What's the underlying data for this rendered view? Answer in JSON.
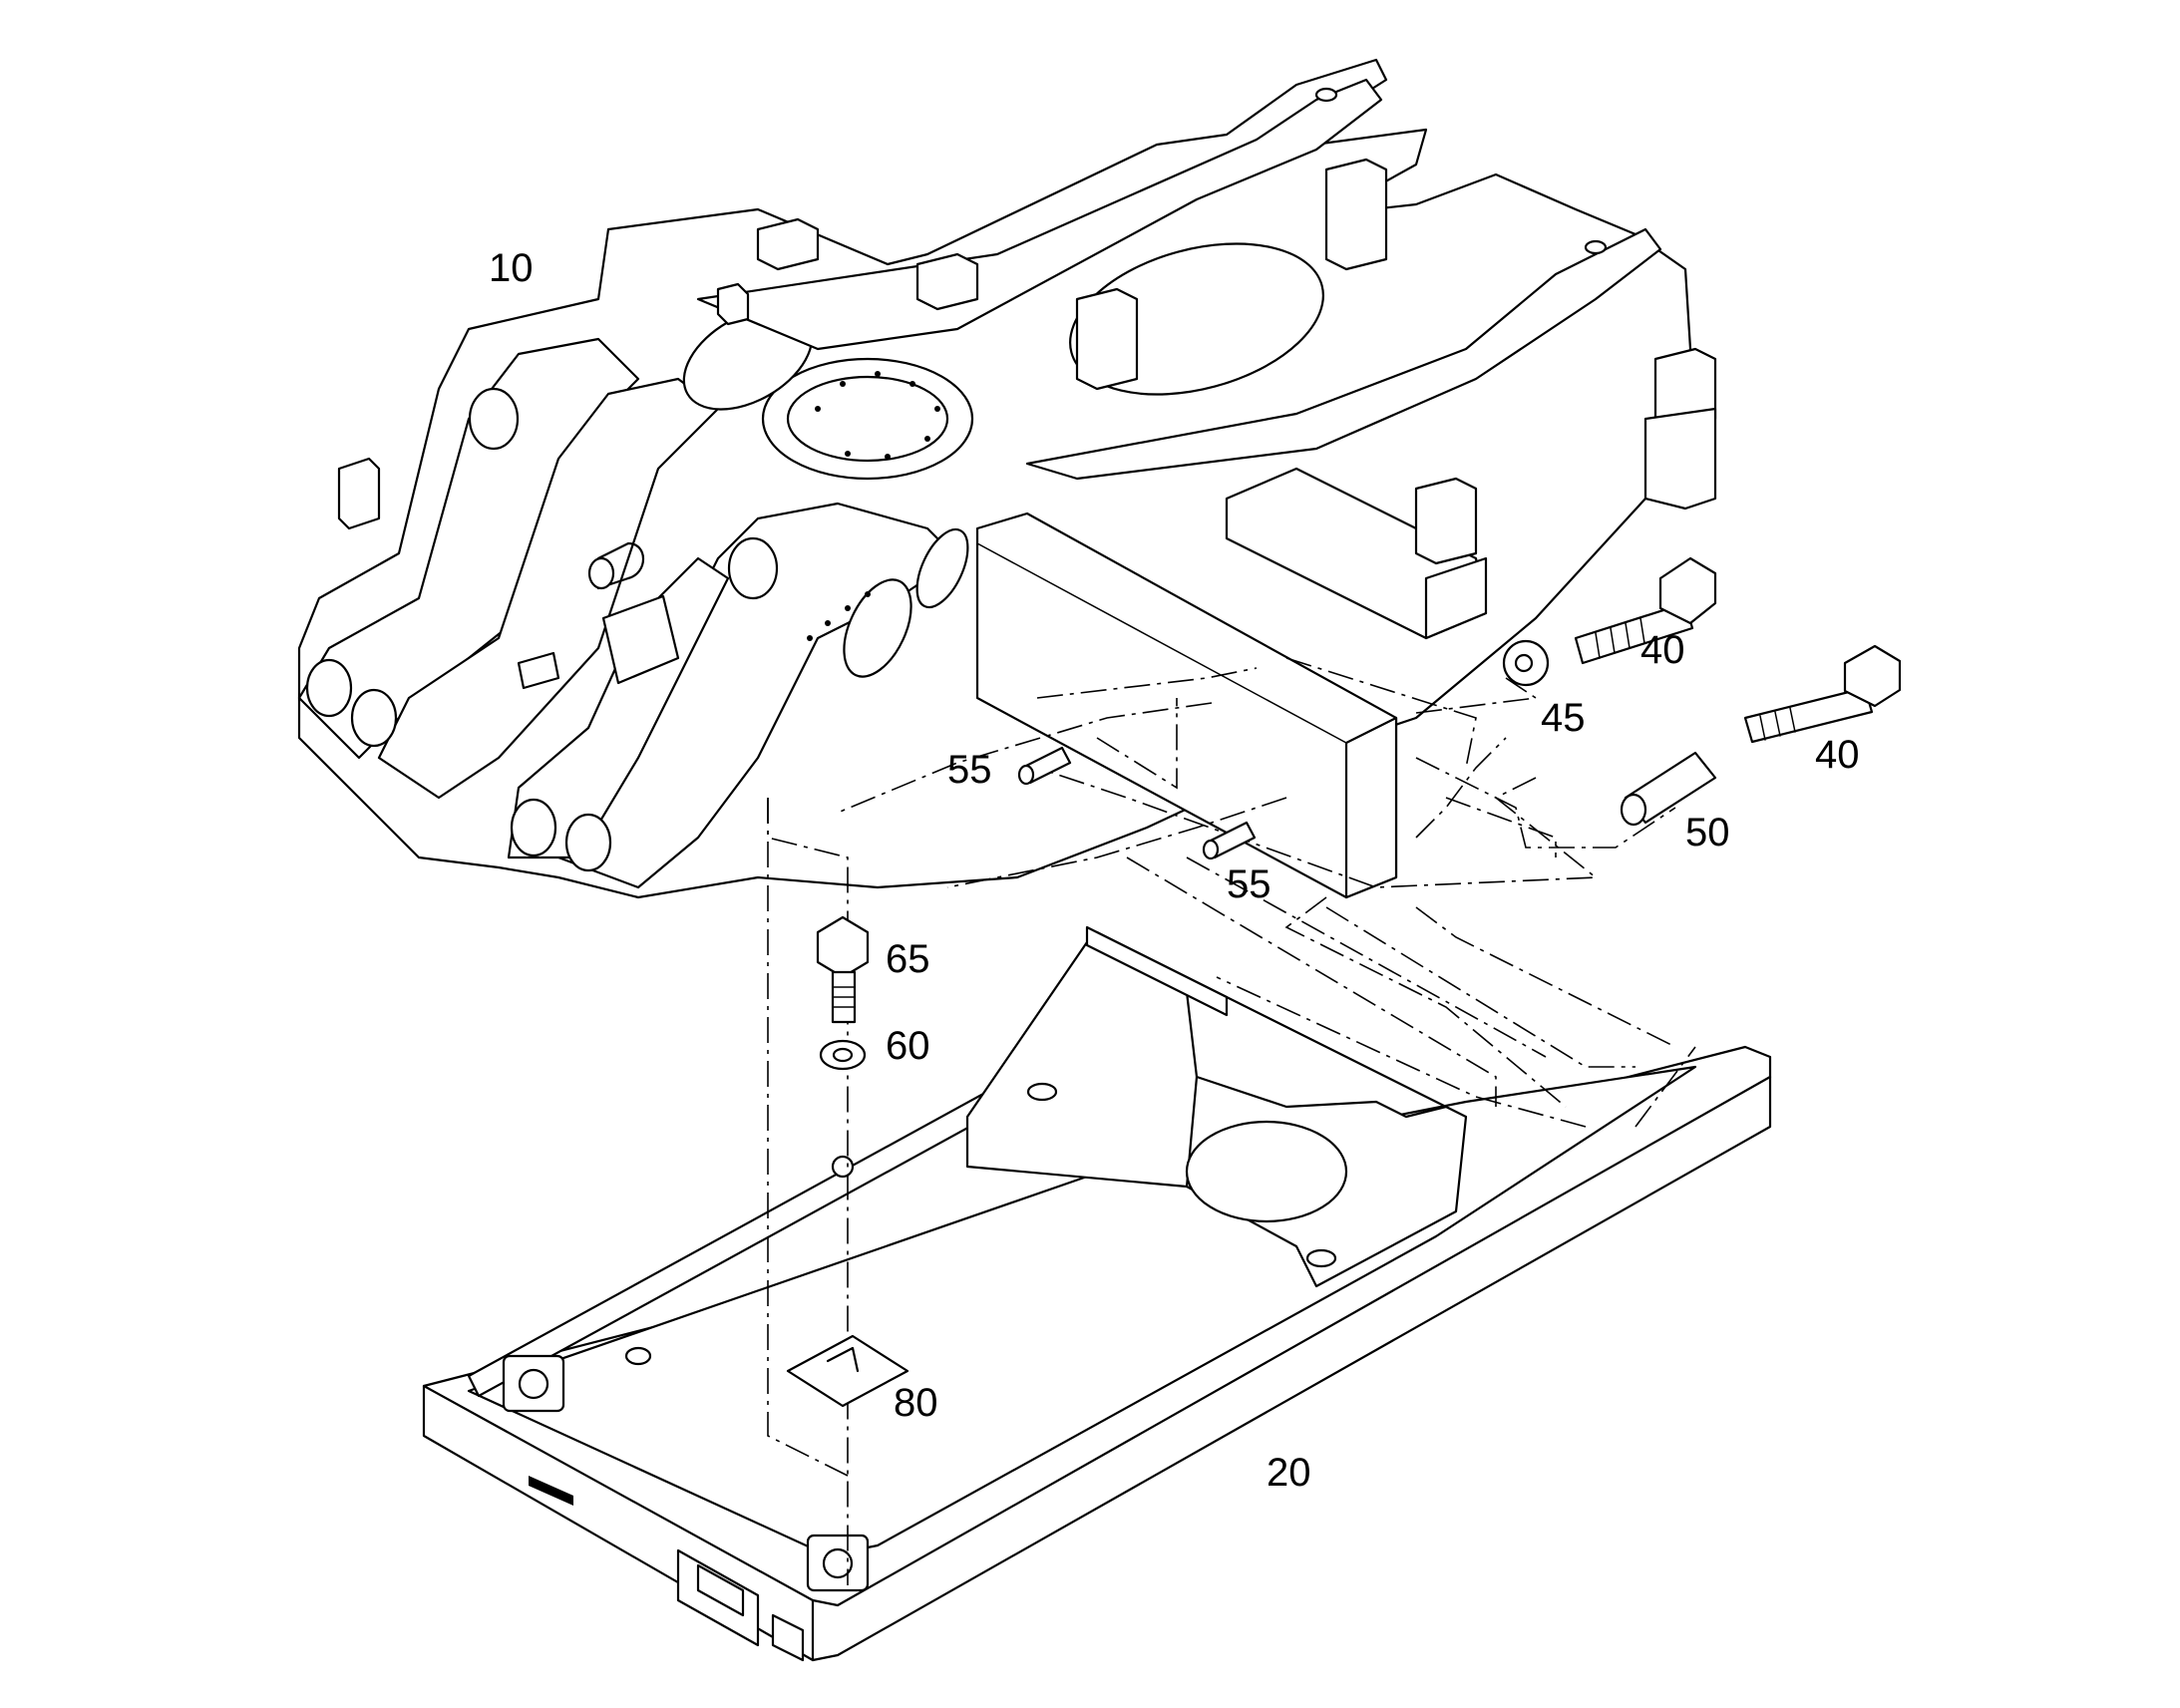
{
  "callouts": {
    "c10": "10",
    "c20": "20",
    "c40a": "40",
    "c40b": "40",
    "c45": "45",
    "c50": "50",
    "c55a": "55",
    "c55b": "55",
    "c60": "60",
    "c65": "65",
    "c80": "80"
  },
  "colors": {
    "line": "#000000",
    "background": "#ffffff"
  }
}
